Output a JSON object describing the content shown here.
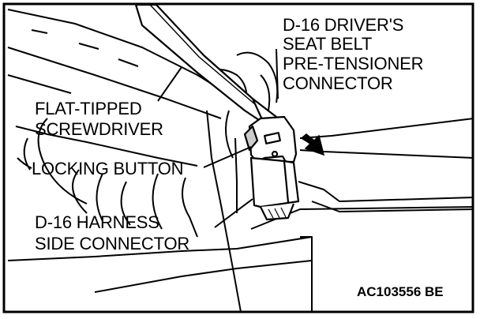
{
  "labels": {
    "seat_belt_connector": [
      "D-16 DRIVER'S",
      "SEAT BELT",
      "PRE-TENSIONER",
      "CONNECTOR"
    ],
    "screwdriver": [
      "FLAT-TIPPED",
      "SCREWDRIVER"
    ],
    "locking_button": "LOCKING BUTTON",
    "harness_connector": [
      "D-16 HARNESS",
      "SIDE CONNECTOR"
    ]
  },
  "figure_id": "AC103556 BE",
  "colors": {
    "ink": "#000000",
    "paper": "#ffffff"
  }
}
